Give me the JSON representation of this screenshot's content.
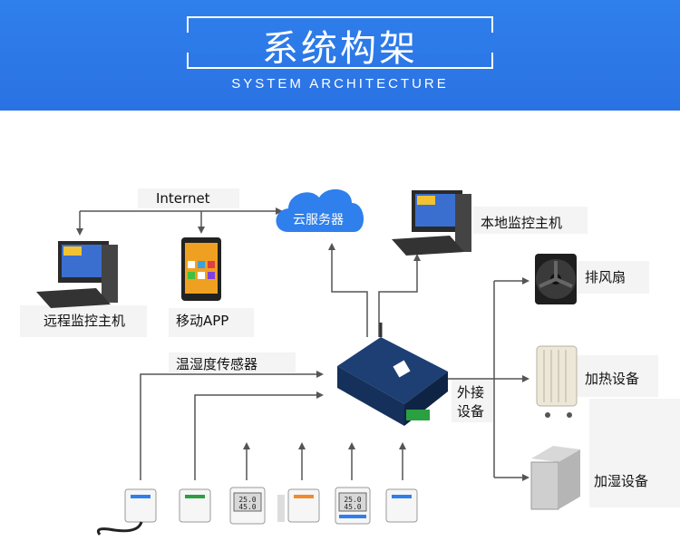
{
  "header": {
    "title": "系统构架",
    "subtitle": "SYSTEM ARCHITECTURE"
  },
  "labels": {
    "internet": "Internet",
    "cloud": "云服务器",
    "local_monitor": "本地监控主机",
    "remote_monitor": "远程监控主机",
    "mobile_app": "移动APP",
    "sensors": "温湿度传感器",
    "external_devices_line1": "外接",
    "external_devices_line2": "设备",
    "fan": "排风扇",
    "heater": "加热设备",
    "humidifier": "加湿设备"
  },
  "colors": {
    "header_bg": "#2f7fec",
    "cloud": "#2f7fec",
    "line": "#555555",
    "gateway": "#1d3f73"
  },
  "sensor_readings": [
    {
      "top": "25.0",
      "bottom": "45.0"
    },
    {
      "top": "25.0",
      "bottom": "45.0"
    }
  ]
}
